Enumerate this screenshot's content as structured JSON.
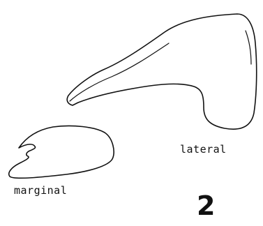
{
  "figure": {
    "number": "2",
    "labels": {
      "lateral": "lateral",
      "marginal": "marginal"
    }
  }
}
